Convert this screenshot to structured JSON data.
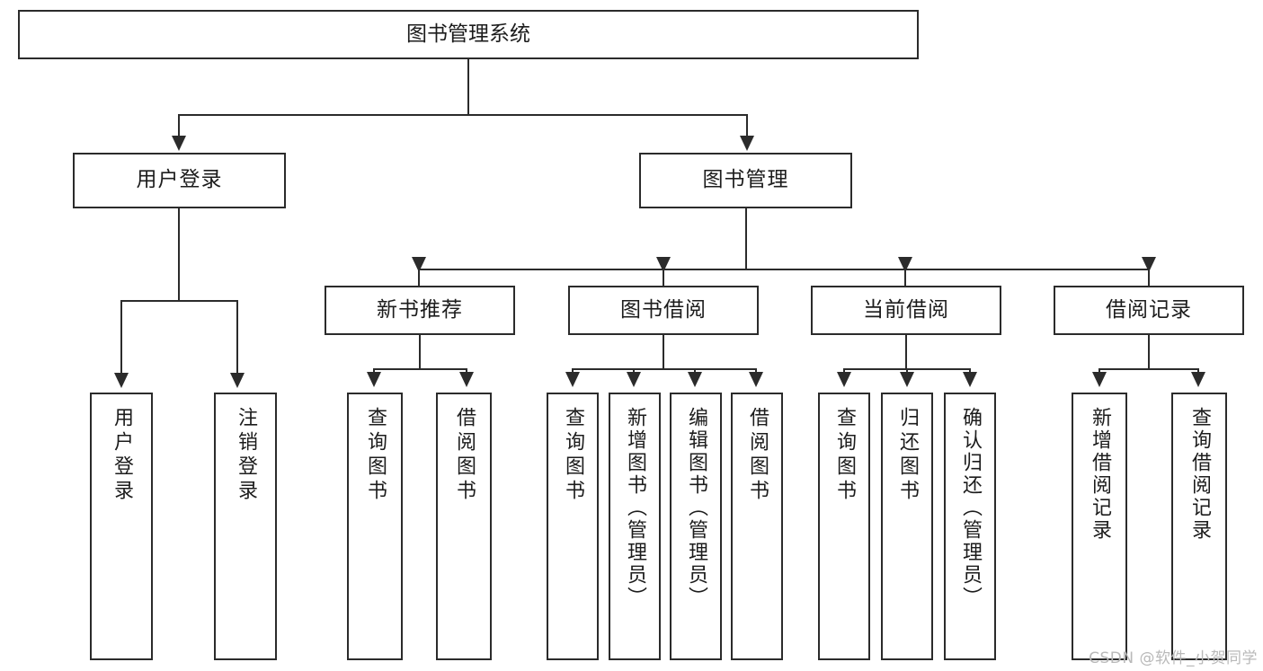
{
  "diagram": {
    "type": "tree-hierarchy",
    "root": {
      "label": "图书管理系统"
    },
    "level1": [
      {
        "label": "用户登录"
      },
      {
        "label": "图书管理"
      }
    ],
    "level2": [
      {
        "label": "新书推荐"
      },
      {
        "label": "图书借阅"
      },
      {
        "label": "当前借阅"
      },
      {
        "label": "借阅记录"
      }
    ],
    "leaves": {
      "user_login": [
        {
          "label": "用户登录"
        },
        {
          "label": "注销登录"
        }
      ],
      "new_book_recommend": [
        {
          "label": "查询图书"
        },
        {
          "label": "借阅图书"
        }
      ],
      "book_borrow": [
        {
          "label": "查询图书"
        },
        {
          "label": "新增图书（管理员）"
        },
        {
          "label": "编辑图书（管理员）"
        },
        {
          "label": "借阅图书"
        }
      ],
      "current_borrow": [
        {
          "label": "查询图书"
        },
        {
          "label": "归还图书"
        },
        {
          "label": "确认归还（管理员）"
        }
      ],
      "borrow_record": [
        {
          "label": "新增借阅记录"
        },
        {
          "label": "查询借阅记录"
        }
      ]
    }
  },
  "watermark": {
    "text": "CSDN @软件_小贺同学"
  },
  "colors": {
    "stroke": "#2b2b2b",
    "text": "#1c1c1c",
    "background": "#ffffff",
    "watermark": "#b9b9b9"
  }
}
